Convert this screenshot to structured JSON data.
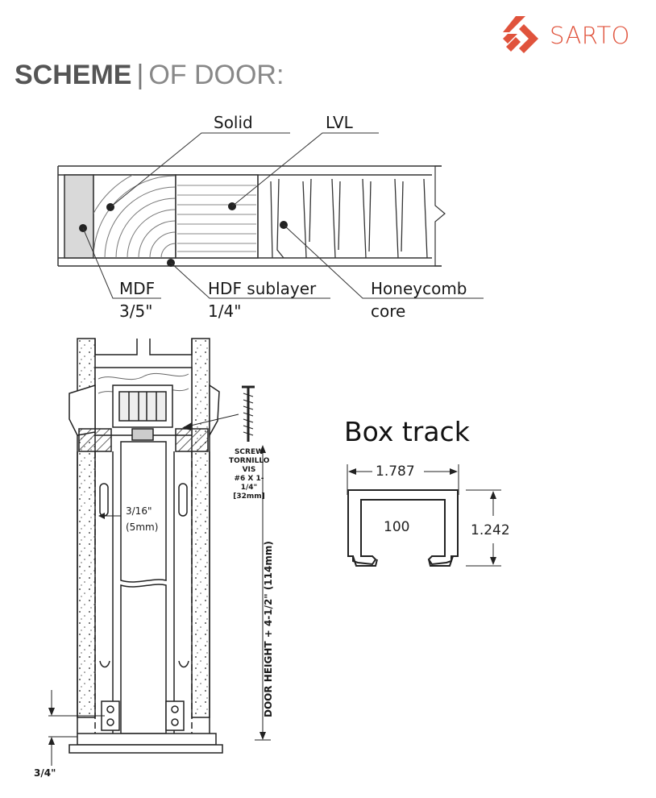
{
  "brand": {
    "name": "SARTO",
    "color": "#e0533c",
    "icon": "sarto-logo-icon"
  },
  "title": {
    "bold": "SCHEME",
    "separator": "|",
    "light": "OF DOOR:"
  },
  "door_section": {
    "solid": "Solid",
    "lvl": "LVL",
    "mdf": "MDF",
    "mdf_size": "3/5\"",
    "hdf": "HDF sublayer",
    "hdf_size": "1/4\"",
    "honeycomb": "Honeycomb",
    "honeycomb_2": "core"
  },
  "installation": {
    "screw_1": "SCREW",
    "screw_2": "TORNILLO",
    "screw_3": "VIS",
    "screw_4": "#6 X 1-1/4\"",
    "screw_5": "[32mm]",
    "gap_1": "3/16\"",
    "gap_2": "(5mm)",
    "height": "DOOR HEIGHT + 4-1/2\" (114mm)",
    "floor": "3/4\""
  },
  "box_track": {
    "title": "Box track",
    "width": "1.787",
    "height": "1.242",
    "model": "100"
  }
}
